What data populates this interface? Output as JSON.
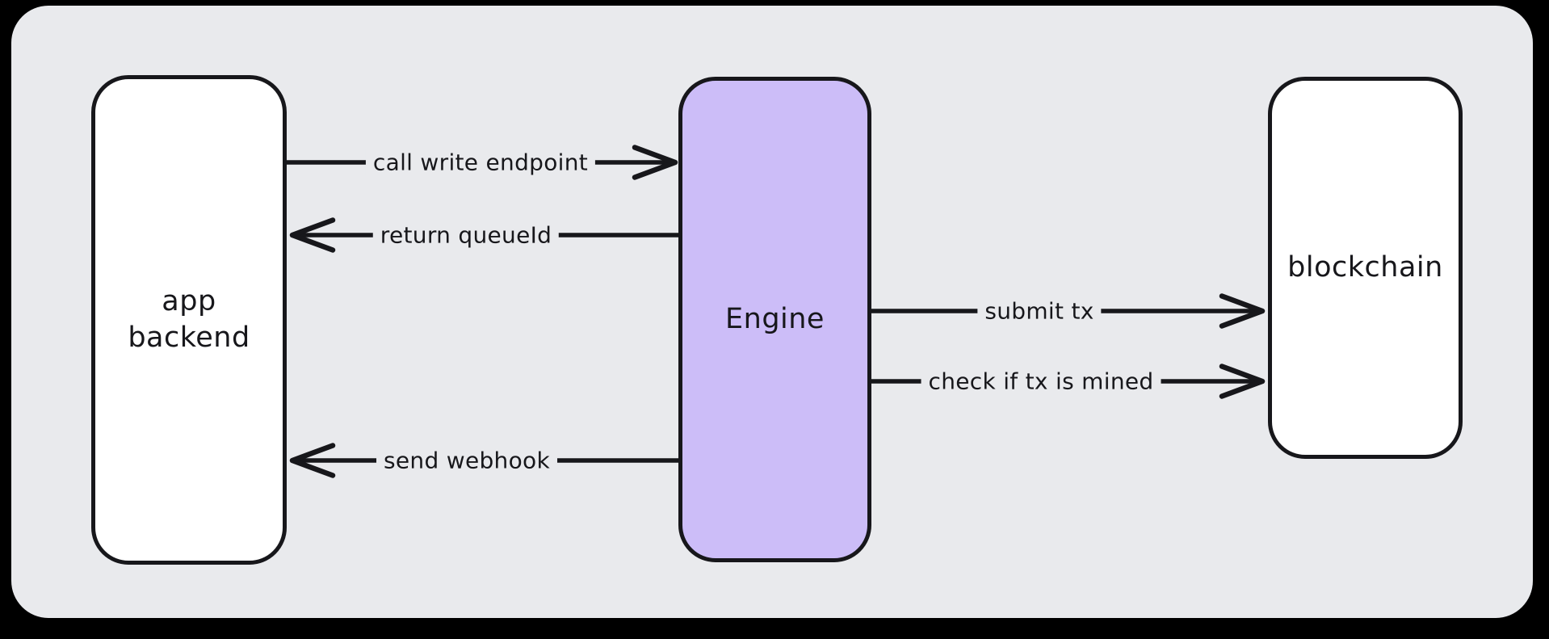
{
  "diagram": {
    "colors": {
      "outer_background": "#000000",
      "canvas_background": "#e9eaed",
      "stroke": "#17171b",
      "engine_fill": "#ccbdf8",
      "node_fill": "#ffffff"
    },
    "nodes": [
      {
        "id": "app-backend",
        "label": "app\nbackend"
      },
      {
        "id": "engine",
        "label": "Engine"
      },
      {
        "id": "blockchain",
        "label": "blockchain"
      }
    ],
    "edges": [
      {
        "label": "call write endpoint",
        "from": "app backend",
        "to": "Engine",
        "direction": "right"
      },
      {
        "label": "return queueId",
        "from": "Engine",
        "to": "app backend",
        "direction": "left"
      },
      {
        "label": "submit tx",
        "from": "Engine",
        "to": "blockchain",
        "direction": "right"
      },
      {
        "label": "check if tx is mined",
        "from": "Engine",
        "to": "blockchain",
        "direction": "right"
      },
      {
        "label": "send webhook",
        "from": "Engine",
        "to": "app backend",
        "direction": "left"
      }
    ]
  }
}
